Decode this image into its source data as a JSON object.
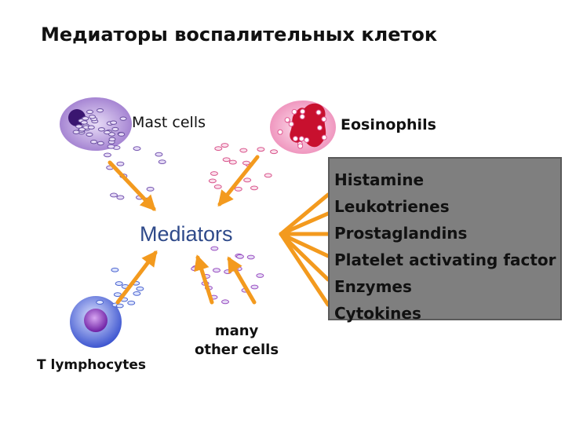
{
  "title": "Медиаторы воспалительных клеток",
  "cells": {
    "mast": "Mast cells",
    "eosinophils": "Eosinophils",
    "t_lymphocytes": "T lymphocytes",
    "other": [
      "many",
      "other cells"
    ]
  },
  "center_label": "Mediators",
  "mediators": [
    "Histamine",
    "Leukotrienes",
    "Prostaglandins",
    "Platelet activating factor",
    "Enzymes",
    "Cytokines"
  ],
  "colors": {
    "arrow": "#f39a1e",
    "mediators_text": "#2f4a8a",
    "box": "#7f7f7f",
    "mast_cell": "#b8a0d8",
    "eosinophil": "#f2a6c8",
    "eos_nucleus": "#c8102e",
    "t_cell": "#5b6fd8",
    "granule": "#c9b4ea"
  }
}
